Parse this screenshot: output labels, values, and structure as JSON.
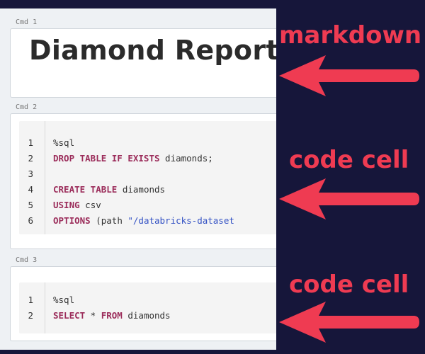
{
  "cells": [
    {
      "cmd": "Cmd 1",
      "title": "Diamond Report"
    },
    {
      "cmd": "Cmd 2",
      "lines": [
        {
          "n": "1",
          "tokens": [
            {
              "t": "%sql",
              "c": "pl"
            }
          ]
        },
        {
          "n": "2",
          "tokens": [
            {
              "t": "DROP TABLE IF EXISTS",
              "c": "kw"
            },
            {
              "t": " diamonds;",
              "c": "pl"
            }
          ]
        },
        {
          "n": "3",
          "tokens": []
        },
        {
          "n": "4",
          "tokens": [
            {
              "t": "CREATE TABLE",
              "c": "kw"
            },
            {
              "t": " diamonds",
              "c": "pl"
            }
          ]
        },
        {
          "n": "5",
          "tokens": [
            {
              "t": "USING",
              "c": "kw"
            },
            {
              "t": " csv",
              "c": "pl"
            }
          ]
        },
        {
          "n": "6",
          "tokens": [
            {
              "t": "OPTIONS",
              "c": "kw"
            },
            {
              "t": " (path ",
              "c": "pl"
            },
            {
              "t": "\"/databricks-dataset",
              "c": "str"
            }
          ]
        }
      ]
    },
    {
      "cmd": "Cmd 3",
      "lines": [
        {
          "n": "1",
          "tokens": [
            {
              "t": "%sql",
              "c": "pl"
            }
          ]
        },
        {
          "n": "2",
          "tokens": [
            {
              "t": "SELECT",
              "c": "kw"
            },
            {
              "t": " * ",
              "c": "pl"
            },
            {
              "t": "FROM",
              "c": "kw"
            },
            {
              "t": " diamonds",
              "c": "pl"
            }
          ]
        }
      ]
    }
  ],
  "annotations": [
    "markdown",
    "code cell",
    "code cell"
  ],
  "colors": {
    "background": "#16163a",
    "accent": "#ef3b52",
    "keyword": "#9b2c5a",
    "string": "#3452c4"
  }
}
